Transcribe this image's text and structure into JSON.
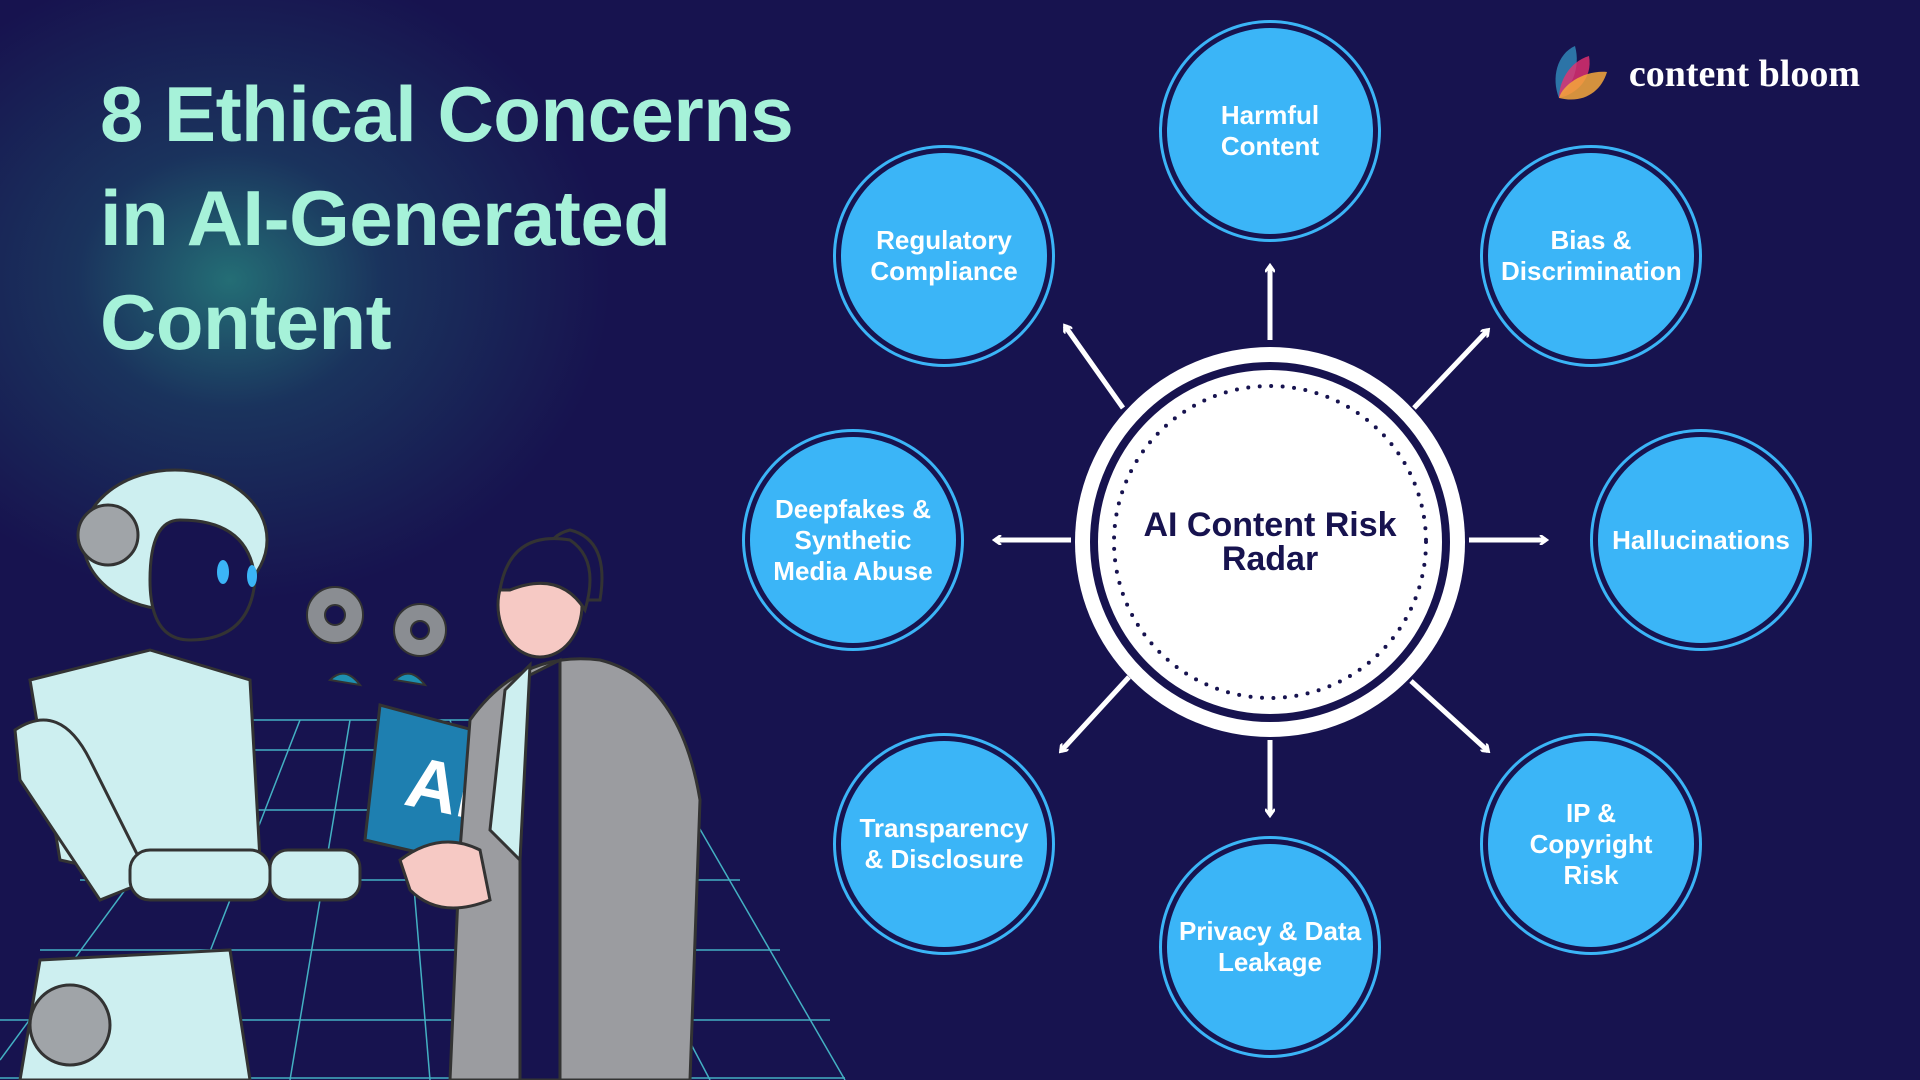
{
  "title": {
    "lines": [
      "8 Ethical Concerns",
      "in AI-Generated",
      "Content"
    ]
  },
  "brand": {
    "name": "content bloom"
  },
  "center": {
    "label": "AI Content Risk Radar"
  },
  "concerns": [
    "Harmful Content",
    "Bias & Discrimination",
    "Hallucinations",
    "IP & Copyright Risk",
    "Privacy & Data Leakage",
    "Transparency & Disclosure",
    "Deepfakes & Synthetic Media Abuse",
    "Regulatory Compliance"
  ],
  "illustration": {
    "book_label": "AI"
  },
  "colors": {
    "background": "#17134f",
    "node": "#3bb5f7",
    "title": "#a6f2d9"
  }
}
